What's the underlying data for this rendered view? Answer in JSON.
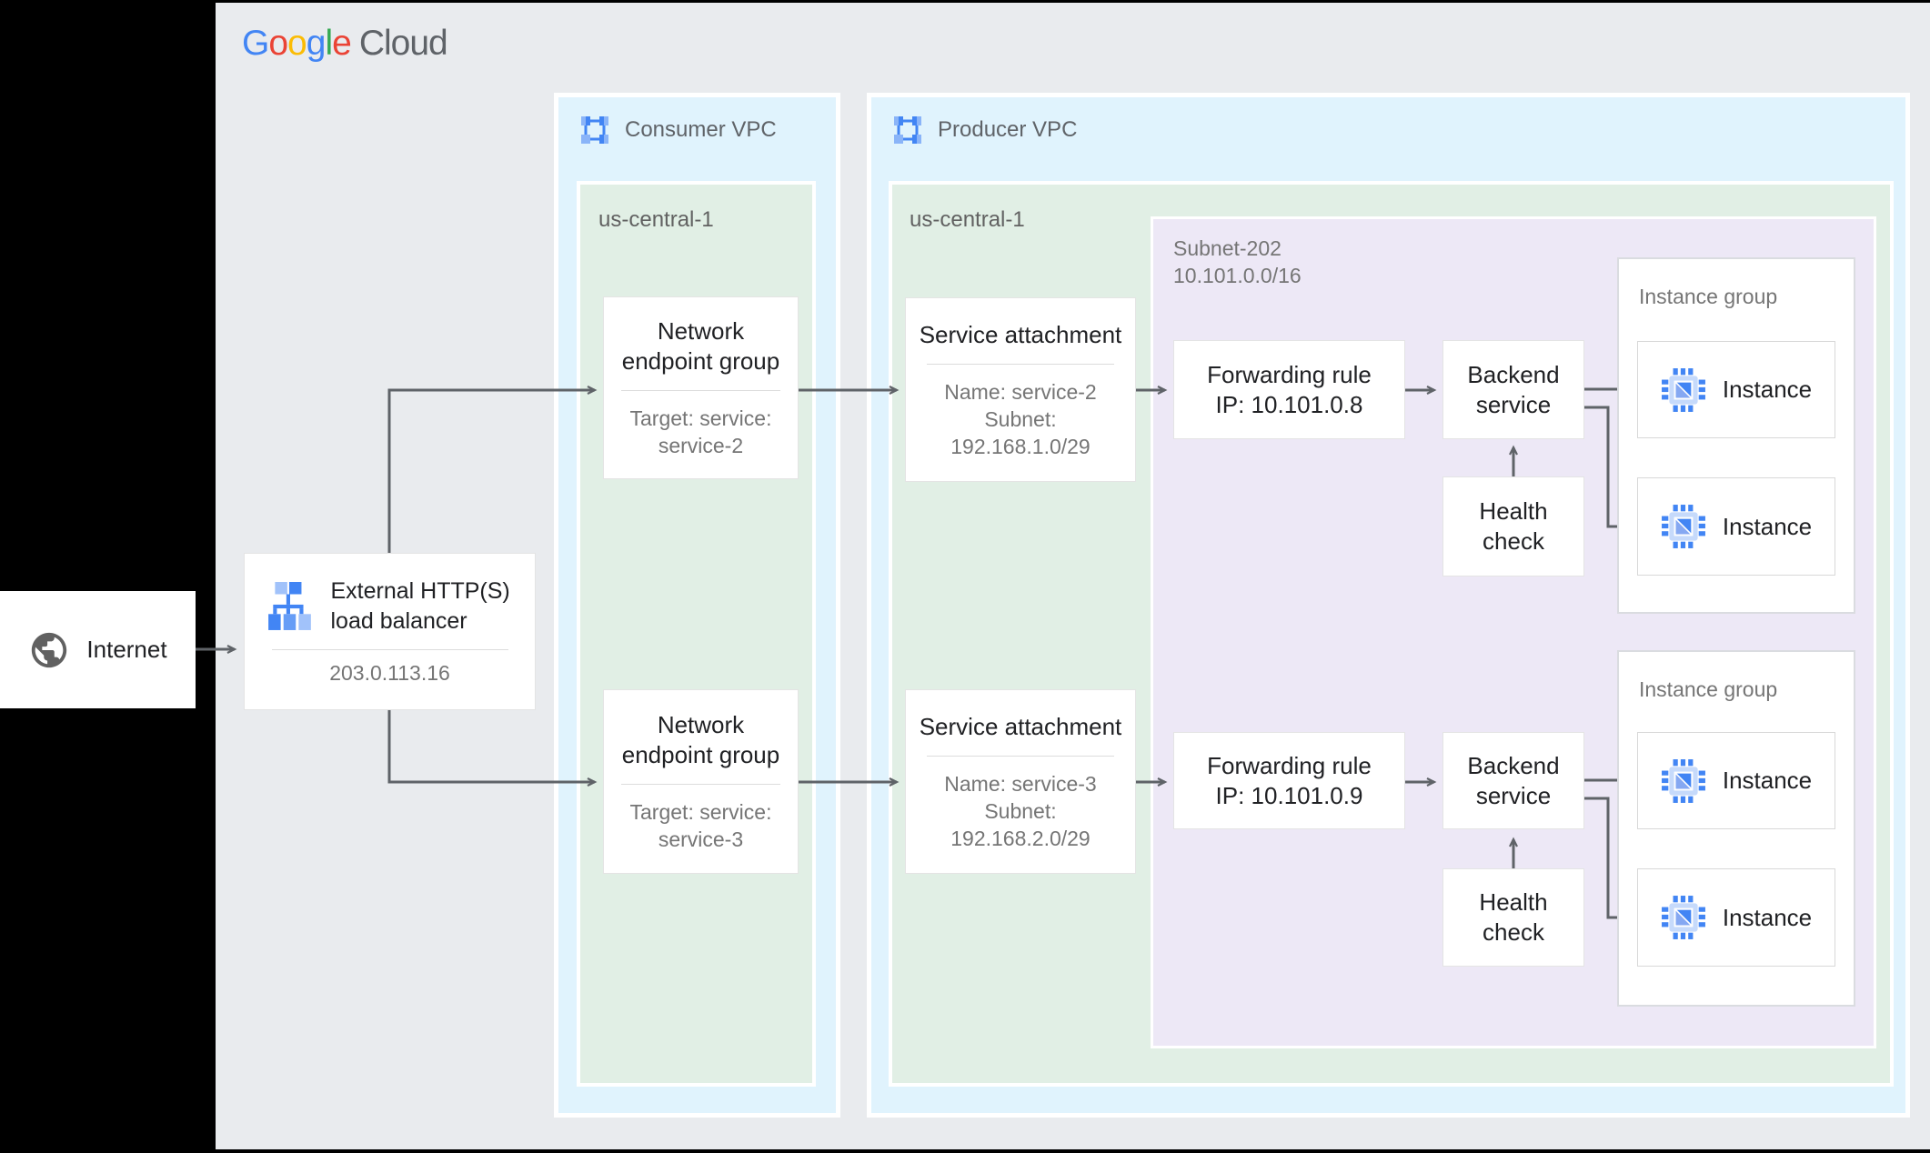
{
  "brand": {
    "letters": [
      "G",
      "o",
      "o",
      "g",
      "l",
      "e"
    ],
    "cloud": "Cloud"
  },
  "internet": {
    "label": "Internet"
  },
  "load_balancer": {
    "title": "External HTTP(S) load balancer",
    "ip": "203.0.113.16"
  },
  "consumer_vpc": {
    "label": "Consumer VPC",
    "region": {
      "label": "us-central-1"
    },
    "negs": [
      {
        "title": "Network endpoint group",
        "detail_line1": "Target: service:",
        "detail_line2": "service-2"
      },
      {
        "title": "Network endpoint group",
        "detail_line1": "Target: service:",
        "detail_line2": "service-3"
      }
    ]
  },
  "producer_vpc": {
    "label": "Producer VPC",
    "region": {
      "label": "us-central-1"
    },
    "service_attachments": [
      {
        "title": "Service attachment",
        "detail_line1": "Name: service-2",
        "detail_line2": "Subnet:",
        "detail_line3": "192.168.1.0/29"
      },
      {
        "title": "Service attachment",
        "detail_line1": "Name: service-3",
        "detail_line2": "Subnet:",
        "detail_line3": "192.168.2.0/29"
      }
    ],
    "subnet": {
      "label_line1": "Subnet-202",
      "label_line2": "10.101.0.0/16",
      "rows": [
        {
          "forwarding_rule_line1": "Forwarding rule",
          "forwarding_rule_line2": "IP: 10.101.0.8",
          "backend_line1": "Backend",
          "backend_line2": "service",
          "health_line1": "Health",
          "health_line2": "check",
          "instance_group_label": "Instance group",
          "instances": [
            "Instance",
            "Instance"
          ]
        },
        {
          "forwarding_rule_line1": "Forwarding rule",
          "forwarding_rule_line2": "IP: 10.101.0.9",
          "backend_line1": "Backend",
          "backend_line2": "service",
          "health_line1": "Health",
          "health_line2": "check",
          "instance_group_label": "Instance group",
          "instances": [
            "Instance",
            "Instance"
          ]
        }
      ]
    }
  },
  "colors": {
    "google_blue": "#4285F4",
    "google_red": "#EA4335",
    "google_yellow": "#FBBC05",
    "google_green": "#34A853",
    "vpc_fill": "#E0F3FD",
    "region_fill": "#E1EFE5",
    "subnet_fill": "#EDE8F6",
    "canvas_gray": "#E9EBEE",
    "arrow_gray": "#5F6368"
  }
}
